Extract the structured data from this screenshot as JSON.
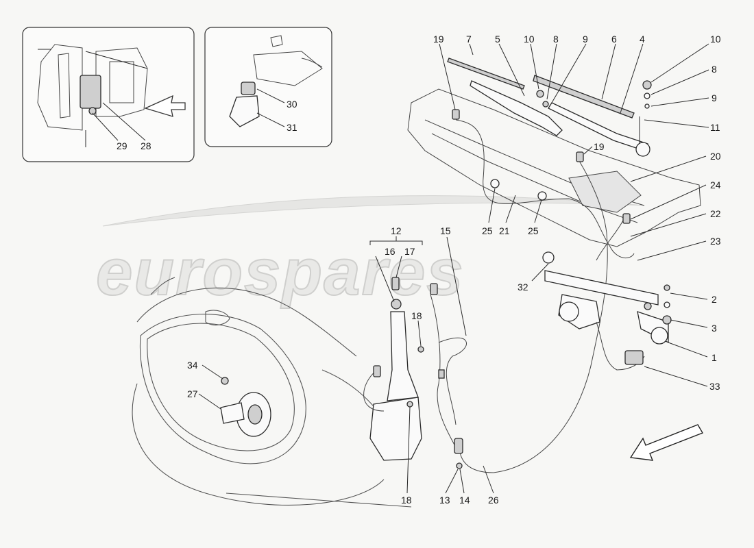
{
  "watermark": {
    "text": "eurospares"
  },
  "callouts": [
    {
      "id": "c19a",
      "text": "19"
    },
    {
      "id": "c7",
      "text": "7"
    },
    {
      "id": "c5",
      "text": "5"
    },
    {
      "id": "c10a",
      "text": "10"
    },
    {
      "id": "c8a",
      "text": "8"
    },
    {
      "id": "c9a",
      "text": "9"
    },
    {
      "id": "c6",
      "text": "6"
    },
    {
      "id": "c4",
      "text": "4"
    },
    {
      "id": "c10b",
      "text": "10"
    },
    {
      "id": "c8b",
      "text": "8"
    },
    {
      "id": "c9b",
      "text": "9"
    },
    {
      "id": "c11",
      "text": "11"
    },
    {
      "id": "c19b",
      "text": "19"
    },
    {
      "id": "c20",
      "text": "20"
    },
    {
      "id": "c24",
      "text": "24"
    },
    {
      "id": "c25a",
      "text": "25"
    },
    {
      "id": "c21",
      "text": "21"
    },
    {
      "id": "c25b",
      "text": "25"
    },
    {
      "id": "c22",
      "text": "22"
    },
    {
      "id": "c23",
      "text": "23"
    },
    {
      "id": "c12",
      "text": "12"
    },
    {
      "id": "c16",
      "text": "16"
    },
    {
      "id": "c17",
      "text": "17"
    },
    {
      "id": "c15",
      "text": "15"
    },
    {
      "id": "c32",
      "text": "32"
    },
    {
      "id": "c2",
      "text": "2"
    },
    {
      "id": "c3",
      "text": "3"
    },
    {
      "id": "c18a",
      "text": "18"
    },
    {
      "id": "c1",
      "text": "1"
    },
    {
      "id": "c33",
      "text": "33"
    },
    {
      "id": "c34",
      "text": "34"
    },
    {
      "id": "c27",
      "text": "27"
    },
    {
      "id": "c18b",
      "text": "18"
    },
    {
      "id": "c13",
      "text": "13"
    },
    {
      "id": "c14",
      "text": "14"
    },
    {
      "id": "c26",
      "text": "26"
    },
    {
      "id": "c29",
      "text": "29"
    },
    {
      "id": "c28",
      "text": "28"
    },
    {
      "id": "c30",
      "text": "30"
    },
    {
      "id": "c31",
      "text": "31"
    }
  ]
}
